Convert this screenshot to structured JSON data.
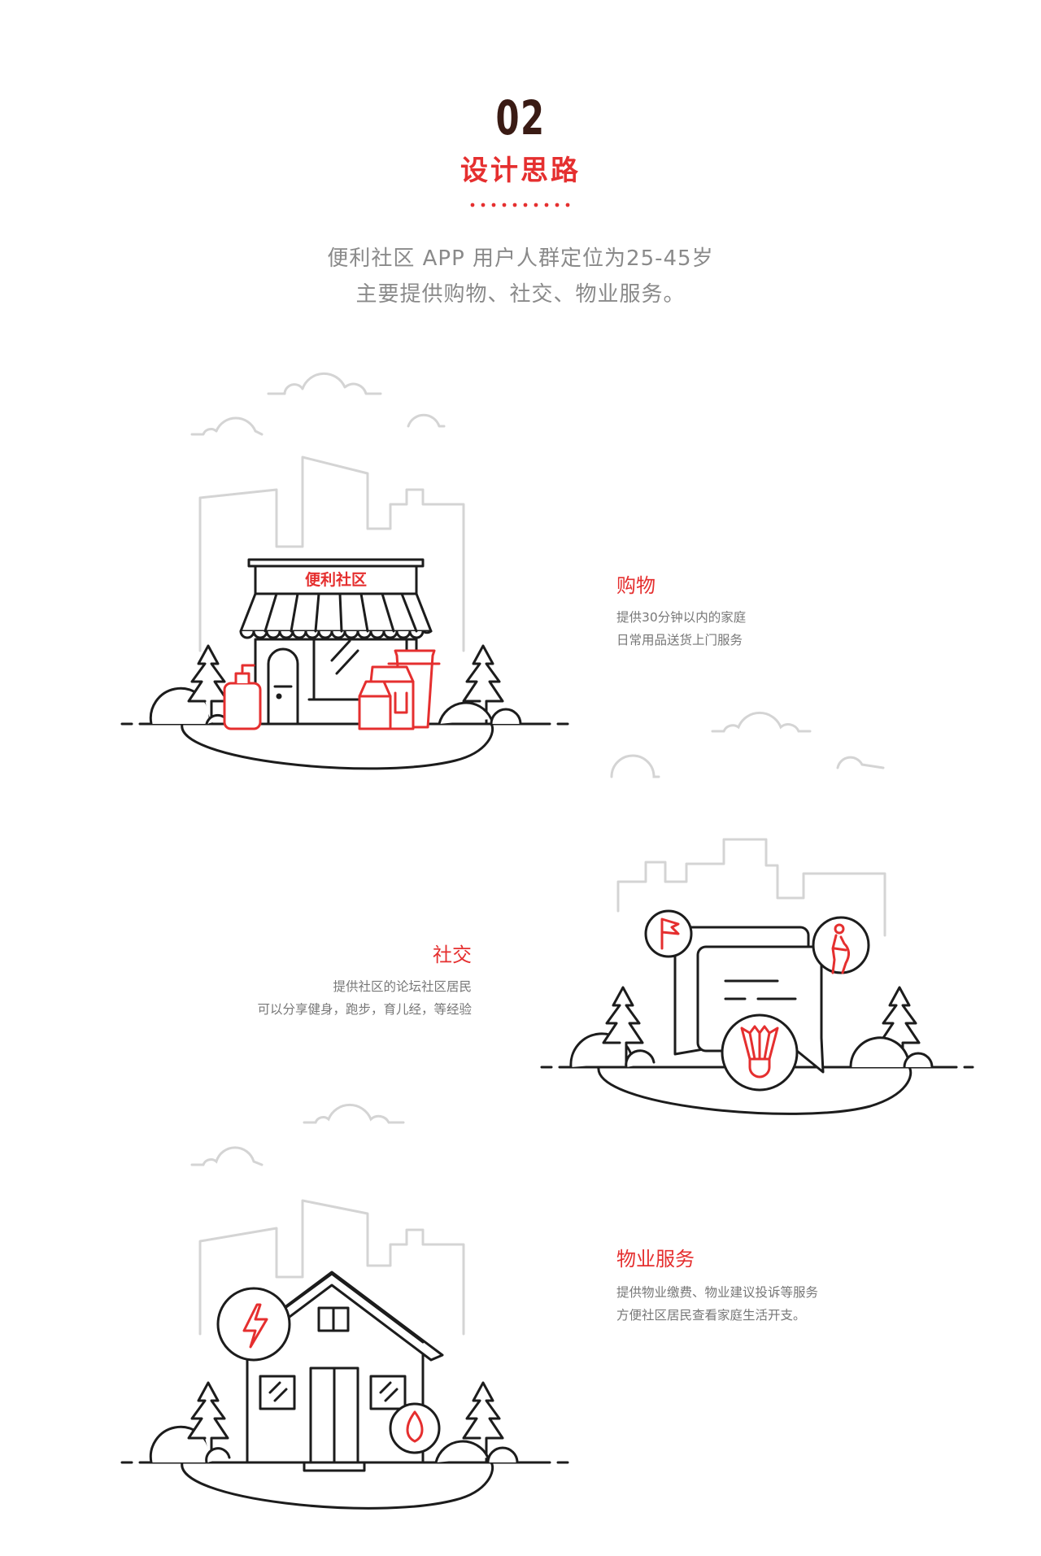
{
  "header": {
    "number": "02",
    "title": "设计思路"
  },
  "intro": {
    "line1": "便利社区 APP 用户人群定位为25-45岁",
    "line2": "主要提供购物、社交、物业服务。"
  },
  "features": [
    {
      "title": "购物",
      "desc1": "提供30分钟以内的家庭",
      "desc2": "日常用品送货上门服务"
    },
    {
      "title": "社交",
      "desc1": "提供社区的论坛社区居民",
      "desc2": "可以分享健身，跑步，育儿经，等经验"
    },
    {
      "title": "物业服务",
      "desc1": "提供物业缴费、物业建议投诉等服务",
      "desc2": "方便社区居民查看家庭生活开支。"
    }
  ],
  "store_sign": "便利社区",
  "colors": {
    "accent": "#e52f2f",
    "number": "#3a1b14",
    "line": "#1c1c1c",
    "light": "#d4d4d4",
    "text": "#8a8a8a"
  },
  "icons": [
    "flag-icon",
    "pregnant-woman-icon",
    "shuttlecock-icon",
    "lightning-icon",
    "water-drop-icon"
  ]
}
